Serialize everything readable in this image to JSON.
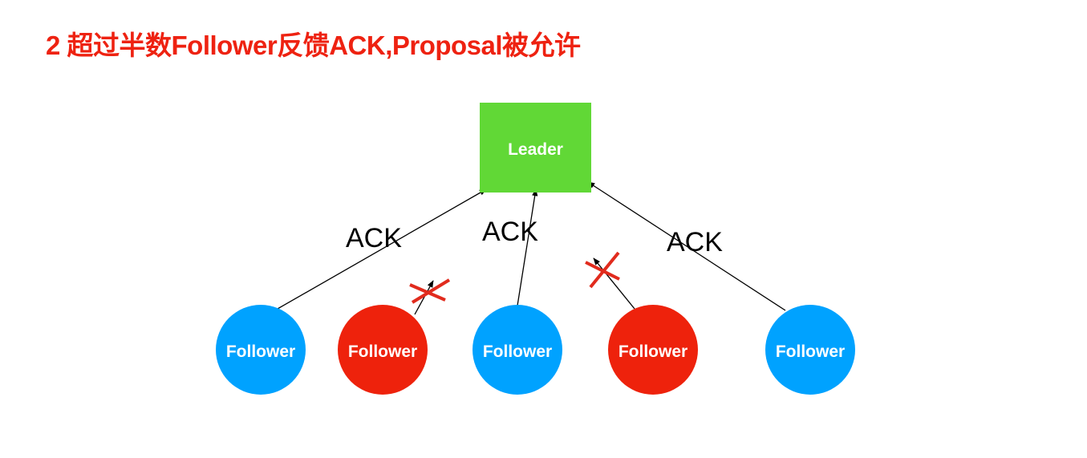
{
  "title": "2 超过半数Follower反馈ACK,Proposal被允许",
  "colors": {
    "title": "#ee2211",
    "leader_fill": "#61d836",
    "follower_ok": "#00a2ff",
    "follower_failed": "#ee220c",
    "reject_mark": "#e12b1d",
    "arrow": "#000000"
  },
  "leader": {
    "label": "Leader"
  },
  "followers": [
    {
      "label": "Follower",
      "status": "ok"
    },
    {
      "label": "Follower",
      "status": "failed"
    },
    {
      "label": "Follower",
      "status": "ok"
    },
    {
      "label": "Follower",
      "status": "failed"
    },
    {
      "label": "Follower",
      "status": "ok"
    }
  ],
  "acks": [
    {
      "label": "ACK",
      "delivered": true
    },
    {
      "label": "",
      "delivered": false
    },
    {
      "label": "ACK",
      "delivered": true
    },
    {
      "label": "",
      "delivered": false
    },
    {
      "label": "ACK",
      "delivered": true
    }
  ]
}
